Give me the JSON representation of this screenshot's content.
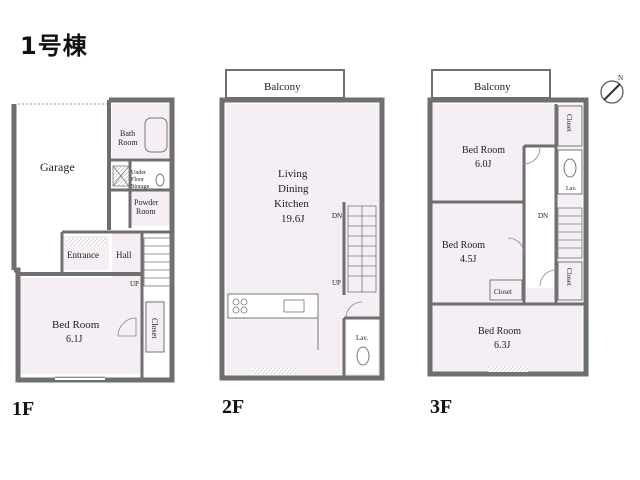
{
  "title": "1号棟",
  "floors": {
    "f1": {
      "label": "1F",
      "rooms": {
        "garage": "Garage",
        "bath": [
          "Bath",
          "Room"
        ],
        "under_floor": [
          "Under",
          "Floor",
          "Storage"
        ],
        "powder": [
          "Powder",
          "Room"
        ],
        "entrance": "Entrance",
        "hall": "Hall",
        "up": "UP",
        "bedroom": [
          "Bed Room",
          "6.1J"
        ],
        "closet": "Closet"
      }
    },
    "f2": {
      "label": "2F",
      "rooms": {
        "balcony": "Balcony",
        "ldk": [
          "Living",
          "Dining",
          "Kitchen",
          "19.6J"
        ],
        "dn": "DN",
        "up": "UP",
        "lav": "Lav."
      }
    },
    "f3": {
      "label": "3F",
      "rooms": {
        "balcony": "Balcony",
        "bedroom_a": [
          "Bed Room",
          "6.0J"
        ],
        "bedroom_b": [
          "Bed Room",
          "4.5J"
        ],
        "bedroom_c": [
          "Bed Room",
          "6.3J"
        ],
        "closet": "Closet",
        "lav": "Lav.",
        "dn": "DN",
        "north": "N"
      }
    }
  },
  "colors": {
    "room_fill": "#f5eef4",
    "wall": "#6f6f6f",
    "outside": "#ffffff"
  }
}
